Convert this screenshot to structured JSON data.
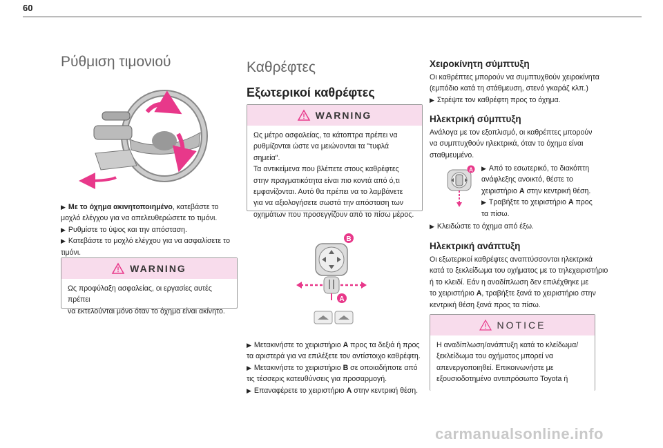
{
  "page_number": "60",
  "left": {
    "title": "Ρύθμιση τιμονιού",
    "instructions": [
      {
        "bold": "Με το όχημα ακινητοποιημένο",
        "text": ", κατεβάστε το"
      },
      {
        "text": "μοχλό ελέγχου για να απελευθερώσετε το τιμόνι."
      },
      {
        "arrow": true,
        "text": "Ρυθμίστε το ύψος και την απόσταση."
      },
      {
        "arrow": true,
        "text": "Κατεβάστε το μοχλό ελέγχου για να ασφαλίσετε το"
      },
      {
        "text": "τιμόνι."
      }
    ],
    "warning": {
      "label": "WARNING",
      "lines": [
        "Ως προφύλαξη ασφαλείας, οι εργασίες αυτές πρέπει",
        "να εκτελούνται μόνο όταν το όχημα είναι ακίνητο."
      ]
    }
  },
  "middle": {
    "title": "Καθρέφτες",
    "subtitle": "Εξωτερικοί καθρέφτες",
    "warning": {
      "label": "WARNING",
      "lines": [
        "Ως μέτρο ασφαλείας, τα κάτοπτρα πρέπει να",
        "ρυθμίζονται ώστε να μειώνονται τα \"τυφλά σημεία\".",
        "Τα αντικείμενα που βλέπετε στους καθρέφτες",
        "στην πραγματικότητα είναι πιο κοντά από ό,τι",
        "εμφανίζονται. Αυτό θα πρέπει να το λαμβάνετε",
        "για να αξιολογήσετε σωστά την απόσταση των",
        "οχημάτων που προσεγγίζουν από το πίσω μέρος."
      ]
    },
    "badge_b": "B",
    "badge_a": "A",
    "instructions": [
      {
        "arrow": true,
        "pre": "Μετακινήστε το χειριστήριο ",
        "bold": "A",
        "post": " προς τα δεξιά ή προς"
      },
      {
        "text": "τα αριστερά για να επιλέξετε τον αντίστοιχο καθρέφτη."
      },
      {
        "arrow": true,
        "pre": "Μετακινήστε το χειριστήριο ",
        "bold": "B",
        "post": " σε οποιαδήποτε από"
      },
      {
        "text": "τις τέσσερις κατευθύνσεις για προσαρμογή."
      },
      {
        "arrow": true,
        "pre": "Επαναφέρετε το χειριστήριο ",
        "bold": "A",
        "post": " στην κεντρική θέση."
      }
    ]
  },
  "right": {
    "manual_fold_title": "Χειροκίνητη σύμπτυξη",
    "manual_fold_lines": [
      "Οι καθρέπτες μπορούν να συμπτυχθούν χειροκίνητα",
      "(εμπόδιο κατά τη στάθμευση, στενό γκαράζ κλπ.)"
    ],
    "manual_fold_step": "Στρέψτε τον καθρέφτη προς το όχημα.",
    "electric_fold_title": "Ηλεκτρική σύμπτυξη",
    "electric_fold_lines": [
      "Ανάλογα με τον εξοπλισμό, οι καθρέπτες μπορούν",
      "να συμπτυχθούν ηλεκτρικά, όταν το όχημα είναι",
      "σταθμευμένο."
    ],
    "badge_a": "A",
    "electric_fold_steps": [
      {
        "arrow": true,
        "text": "Από το εσωτερικό, το διακόπτη"
      },
      {
        "text": "ανάφλεξης ανοικτό, θέστε το"
      },
      {
        "pre": "χειριστήριο ",
        "bold": "A",
        "post": " στην κεντρική θέση."
      },
      {
        "arrow": true,
        "pre": "Τραβήξτε το χειριστήριο ",
        "bold": "A",
        "post": " προς"
      },
      {
        "text": "τα πίσω."
      }
    ],
    "lock_step": "Κλειδώστε το όχημα από έξω.",
    "electric_unfold_title": "Ηλεκτρική ανάπτυξη",
    "electric_unfold_lines": [
      "Οι εξωτερικοί καθρέφτες αναπτύσσονται ηλεκτρικά",
      "κατά το ξεκλείδωμα του οχήματος με το τηλεχειριστήριο",
      "ή το κλειδί. Εάν η αναδίπλωση δεν επιλέχθηκε με",
      {
        "pre": "το χειριστήριο ",
        "bold": "A",
        "post": ", τραβήξτε ξανά το χειριστήριο στην"
      },
      "κεντρική θέση ξανά προς τα πίσω."
    ],
    "notice": {
      "label": "NOTICE",
      "lines": [
        "Η αναδίπλωση/ανάπτυξη κατά το κλείδωμα/",
        "ξεκλείδωμα του οχήματος μπορεί να",
        "απενεργοποιηθεί. Επικοινωνήστε με",
        "εξουσιοδοτημένο αντιπρόσωπο Toyota ή"
      ]
    }
  },
  "watermark": "carmanualsonline.info",
  "colors": {
    "accent_pink": "#e8388a",
    "box_header": "#f8dcec"
  }
}
